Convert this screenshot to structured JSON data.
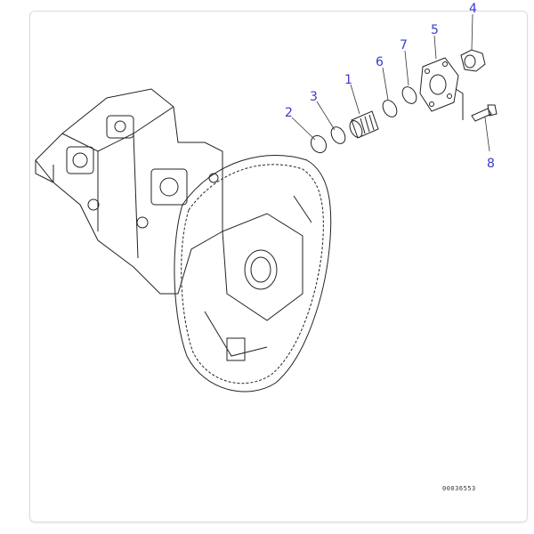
{
  "diagram": {
    "callouts": [
      {
        "id": "1",
        "label": "1"
      },
      {
        "id": "2",
        "label": "2"
      },
      {
        "id": "3",
        "label": "3"
      },
      {
        "id": "4",
        "label": "4"
      },
      {
        "id": "5",
        "label": "5"
      },
      {
        "id": "6",
        "label": "6"
      },
      {
        "id": "7",
        "label": "7"
      },
      {
        "id": "8",
        "label": "8"
      }
    ],
    "drawing_code": "00036553",
    "callout_color": "#3a3ad0"
  }
}
